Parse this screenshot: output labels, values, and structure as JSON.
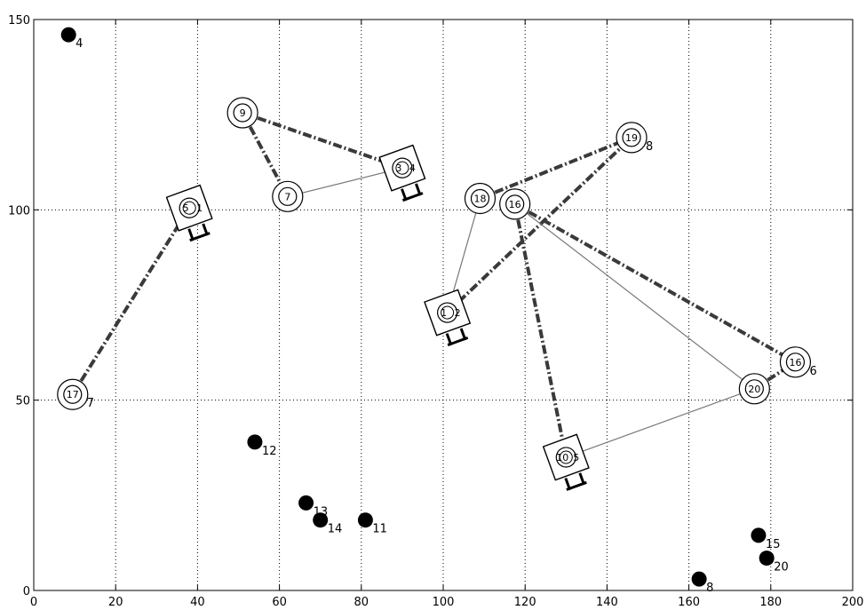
{
  "chart_data": {
    "type": "scatter",
    "title": "",
    "xlabel": "",
    "ylabel": "",
    "xlim": [
      0,
      200
    ],
    "ylim": [
      0,
      150
    ],
    "x_ticks": [
      "0",
      "20",
      "40",
      "60",
      "80",
      "100",
      "120",
      "140",
      "160",
      "180",
      "200"
    ],
    "y_ticks": [
      "0",
      "50",
      "100",
      "150"
    ],
    "grid": true,
    "grid_style": "dotted",
    "legend": "none",
    "colors": {
      "marker": "#000000",
      "line_heavy": "#3a3a3a",
      "line_thin": "#777777",
      "grid": "#000000"
    },
    "points": [
      {
        "label": "4",
        "x": 8.5,
        "y": 146
      },
      {
        "label": "12",
        "x": 54,
        "y": 39
      },
      {
        "label": "13",
        "x": 66.5,
        "y": 23
      },
      {
        "label": "14",
        "x": 70,
        "y": 18.5
      },
      {
        "label": "11",
        "x": 81,
        "y": 18.5
      },
      {
        "label": "15",
        "x": 177,
        "y": 14.5
      },
      {
        "label": "20",
        "x": 179,
        "y": 8.5
      },
      {
        "label": "8",
        "x": 162.5,
        "y": 3
      }
    ],
    "rings": [
      {
        "id": "9",
        "x": 51,
        "y": 125.5,
        "text": "9"
      },
      {
        "id": "7a",
        "x": 62,
        "y": 103.5,
        "text": "7"
      },
      {
        "id": "17",
        "x": 9.5,
        "y": 51.5,
        "text": "17",
        "side_label": "7"
      },
      {
        "id": "19",
        "x": 146,
        "y": 119,
        "text": "19",
        "side_label": "8"
      },
      {
        "id": "18",
        "x": 109,
        "y": 103,
        "text": "18"
      },
      {
        "id": "16",
        "x": 117.5,
        "y": 101.5,
        "text": "16"
      },
      {
        "id": "R6",
        "x": 186,
        "y": 60,
        "text": "16",
        "side_label": "6"
      },
      {
        "id": "20r",
        "x": 176,
        "y": 53,
        "text": "20"
      }
    ],
    "robots": [
      {
        "id": "r1",
        "x": 38,
        "y": 100.5,
        "text": "5",
        "side_label": "1"
      },
      {
        "id": "r4",
        "x": 90,
        "y": 111,
        "text": "3",
        "side_label": "4"
      },
      {
        "id": "r2",
        "x": 101,
        "y": 73,
        "text": "1",
        "side_label": "2"
      },
      {
        "id": "r5",
        "x": 130,
        "y": 35,
        "text": "10",
        "side_label": "5"
      }
    ],
    "paths": [
      {
        "style": "heavy",
        "x": [
          9.5,
          38
        ],
        "y": [
          51.5,
          100.5
        ]
      },
      {
        "style": "heavy",
        "x": [
          51,
          90
        ],
        "y": [
          125.5,
          111
        ]
      },
      {
        "style": "heavy",
        "x": [
          51,
          62
        ],
        "y": [
          125.5,
          103.5
        ]
      },
      {
        "style": "thin",
        "x": [
          62,
          90
        ],
        "y": [
          103.5,
          111
        ]
      },
      {
        "style": "heavy",
        "x": [
          101,
          146
        ],
        "y": [
          73,
          119
        ]
      },
      {
        "style": "heavy",
        "x": [
          109,
          146
        ],
        "y": [
          103,
          119
        ]
      },
      {
        "style": "thin",
        "x": [
          101,
          109
        ],
        "y": [
          73,
          103
        ]
      },
      {
        "style": "heavy",
        "x": [
          117.5,
          130
        ],
        "y": [
          101.5,
          35
        ]
      },
      {
        "style": "heavy",
        "x": [
          117.5,
          186
        ],
        "y": [
          101.5,
          60
        ]
      },
      {
        "style": "thin",
        "x": [
          117.5,
          176
        ],
        "y": [
          101.5,
          53
        ]
      },
      {
        "style": "thin",
        "x": [
          130,
          176
        ],
        "y": [
          35,
          53
        ]
      },
      {
        "style": "heavy",
        "x": [
          176,
          186
        ],
        "y": [
          53,
          60
        ]
      }
    ]
  }
}
